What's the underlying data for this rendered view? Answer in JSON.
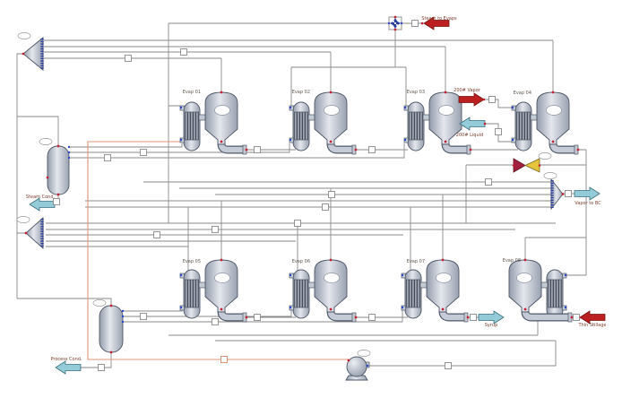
{
  "units": {
    "evap01": "Evap 01",
    "evap02": "Evap 02",
    "evap03": "Evap 03",
    "evap04": "Evap 04",
    "evap05": "Evap 05",
    "evap06": "Evap 06",
    "evap07": "Evap 07",
    "evap08": "Evap 08"
  },
  "streams": {
    "steam_to_evaps": "Steam to Evaps",
    "vapor_200": "200# Vapor",
    "liquid_200": "200# Liquid",
    "steam_cond": "Steam Cond.",
    "vapor_to_bc": "Vapor to BC",
    "syrup": "Syrup",
    "thin_stillage": "Thin Stillage",
    "process_cond": "Process Cond."
  },
  "colors": {
    "feed_arrow": "#bb1f1f",
    "product_arrow": "#93ccd8",
    "hot_line": "#e09478",
    "line": "#8a8a8a"
  }
}
